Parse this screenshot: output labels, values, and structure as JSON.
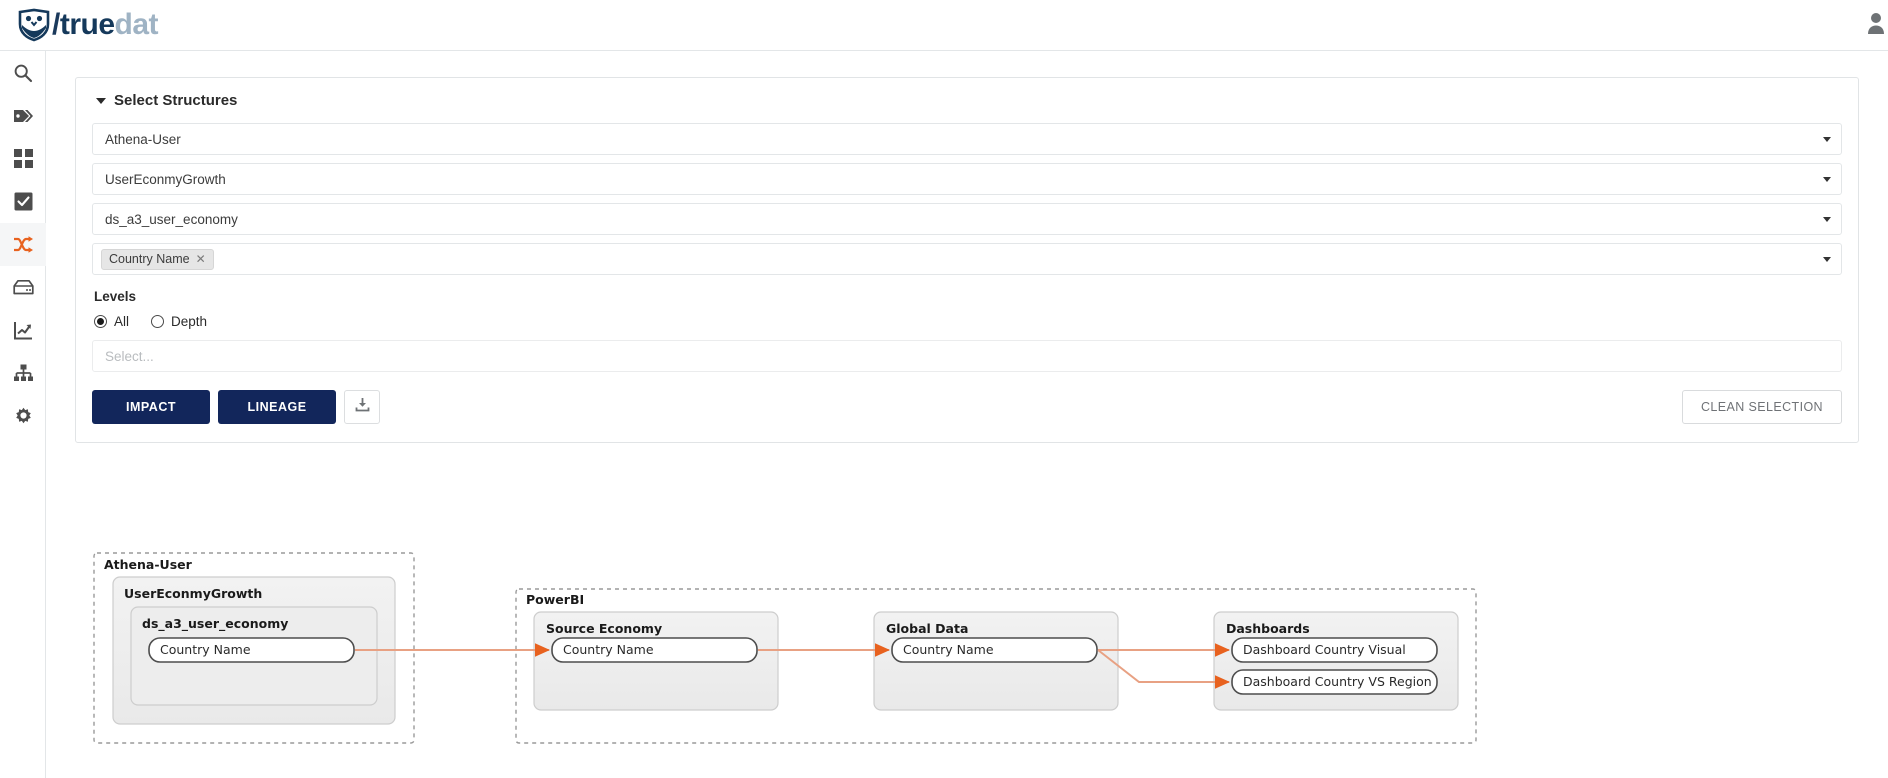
{
  "app": {
    "logo_slash": "/",
    "logo_true": "true",
    "logo_dat": "dat",
    "logo_icon": "owl-shield-icon",
    "user_icon": "user-avatar-icon"
  },
  "sidebar": {
    "items": [
      {
        "name": "search",
        "icon": "search-icon",
        "active": false
      },
      {
        "name": "tags",
        "icon": "tags-icon",
        "active": false
      },
      {
        "name": "grid",
        "icon": "grid-icon",
        "active": false
      },
      {
        "name": "tasks",
        "icon": "checkbox-icon",
        "active": false
      },
      {
        "name": "lineage",
        "icon": "shuffle-icon",
        "active": true
      },
      {
        "name": "data-sources",
        "icon": "database-icon",
        "active": false
      },
      {
        "name": "metrics",
        "icon": "chart-line-icon",
        "active": false
      },
      {
        "name": "hierarchy",
        "icon": "sitemap-icon",
        "active": false
      },
      {
        "name": "settings",
        "icon": "gear-icon",
        "active": false
      }
    ],
    "accent_color": "#e8621f"
  },
  "panel": {
    "title": "Select Structures",
    "collapse_icon": "chevron-down-icon",
    "selects": [
      {
        "name": "system",
        "value": "Athena-User"
      },
      {
        "name": "group",
        "value": "UserEconmyGrowth"
      },
      {
        "name": "structure",
        "value": "ds_a3_user_economy"
      }
    ],
    "fields_select": {
      "name": "fields",
      "chips": [
        {
          "label": "Country Name",
          "remove_icon": "close-icon"
        }
      ]
    },
    "levels": {
      "label": "Levels",
      "options": [
        {
          "label": "All",
          "checked": true
        },
        {
          "label": "Depth",
          "checked": false
        }
      ],
      "depth_select_placeholder": "Select..."
    },
    "actions": {
      "impact": "IMPACT",
      "lineage": "LINEAGE",
      "download_icon": "download-icon",
      "clean_selection": "CLEAN SELECTION"
    }
  },
  "graph": {
    "edge_color": "#e8a183",
    "arrow_color": "#e8621f",
    "groups": [
      {
        "name": "athena-user-group",
        "label": "Athena-User",
        "children": [
          {
            "name": "usereconmygrowth-box",
            "label": "UserEconmyGrowth",
            "children": [
              {
                "name": "ds-a3-user-economy-box",
                "label": "ds_a3_user_economy",
                "nodes": [
                  {
                    "label": "Country Name"
                  }
                ]
              }
            ]
          }
        ]
      },
      {
        "name": "powerbi-group",
        "label": "PowerBI",
        "boxes": [
          {
            "name": "source-economy-box",
            "label": "Source Economy",
            "nodes": [
              {
                "label": "Country Name"
              }
            ]
          },
          {
            "name": "global-data-box",
            "label": "Global Data",
            "nodes": [
              {
                "label": "Country Name"
              }
            ]
          },
          {
            "name": "dashboards-box",
            "label": "Dashboards",
            "nodes": [
              {
                "label": "Dashboard Country Visual"
              },
              {
                "label": "Dashboard Country VS Region"
              }
            ]
          }
        ]
      }
    ]
  }
}
